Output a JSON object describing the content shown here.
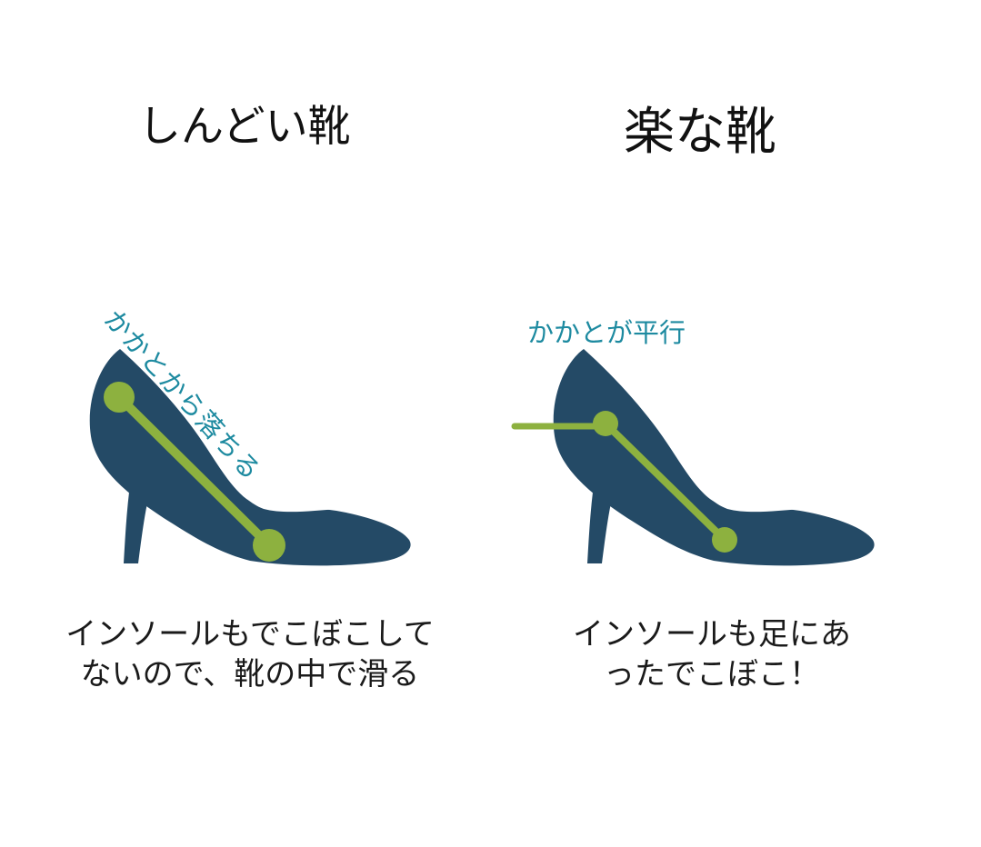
{
  "left_panel": {
    "title": "しんどい靴",
    "annotation": "かかとから落ちる",
    "caption_line1": "インソールもでこぼこして",
    "caption_line2": "ないので、靴の中で滑る"
  },
  "right_panel": {
    "title": "楽な靴",
    "annotation": "かかとが平行",
    "caption_line1": "インソールも足にあ",
    "caption_line2": "ったでこぼこ！"
  },
  "colors": {
    "shoe": "#244a66",
    "insole_line": "#8db13f",
    "annotation_text": "#1d8aa0",
    "title_text": "#111111",
    "caption_text": "#1a1a1a",
    "background": "#ffffff"
  },
  "icons": [
    "high-heel-shoe-icon",
    "high-heel-shoe-icon"
  ]
}
